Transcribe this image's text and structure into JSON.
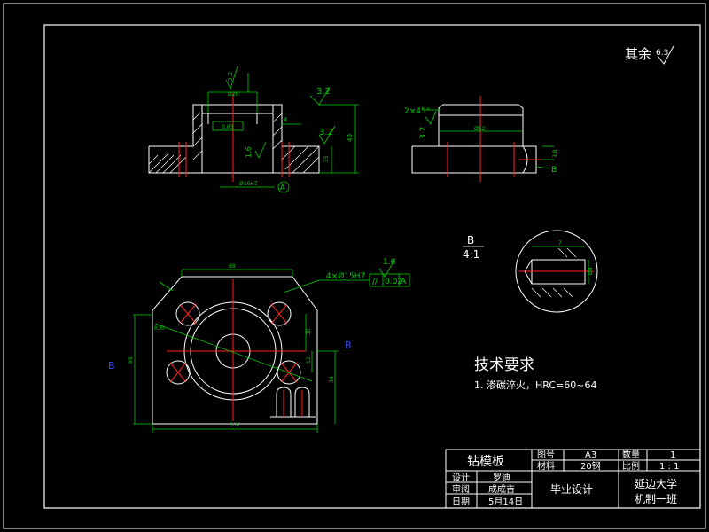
{
  "surface_note": "其余",
  "surface_note_value": "6.3",
  "roughness": {
    "front_top": "3.2",
    "front_right": "3.2",
    "front_small": "1.6",
    "front_left": "3.2",
    "side_left": "3.2",
    "plan_top": "1.6"
  },
  "dims": {
    "front_width_top": "Ø20",
    "front_small_flat": "0.03",
    "front_datum": "A",
    "front_height": "40",
    "front_base_height": "15",
    "front_step": "4",
    "front_bore": "Ø16H7",
    "side_chamfer": "2×45°",
    "side_width": "Ø52",
    "side_small": "3.8",
    "plan_top_width": "60",
    "plan_holes": "4×Ø15H7",
    "plan_tol_sym": "//",
    "plan_tol_val": "0.02",
    "plan_tol_datum": "A",
    "plan_radius": "R30",
    "plan_dim_30": "30",
    "plan_dim_12": "12",
    "plan_dim_34": "34",
    "plan_height": "95",
    "plan_bottom": "106",
    "detail_7": "7",
    "detail_d": "Ø4"
  },
  "section_label": "B",
  "section_left": "B",
  "section_right": "B",
  "detail_label": "B",
  "detail_scale": "4:1",
  "tech_title": "技术要求",
  "tech_items": [
    "1. 渗碳淬火，HRC=60~64"
  ],
  "title_block": {
    "part_name": "钻模板",
    "drawing_no_label": "图号",
    "drawing_no": "A3",
    "qty_label": "数量",
    "qty": "1",
    "material_label": "材料",
    "material": "20钢",
    "scale_label": "比例",
    "scale": "1 : 1",
    "design_label": "设计",
    "designer": "罗迪",
    "review_label": "审阅",
    "reviewer": "成成吉",
    "date_label": "日期",
    "date": "5月14日",
    "project": "毕业设计",
    "school": "延边大学",
    "class": "机制一班"
  },
  "colors": {
    "bg": "#000000",
    "line": "#ffffff",
    "dim": "#00d000",
    "center": "#ff2020",
    "label": "#2a4cff"
  }
}
